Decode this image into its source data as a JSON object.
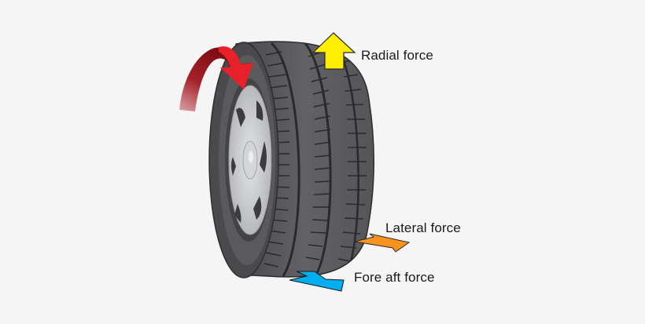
{
  "diagram": {
    "subject": "Car tire with force directions",
    "background_color": "#f5f5f5",
    "labels": {
      "radial": "Radial force",
      "lateral": "Lateral force",
      "fore_aft": "Fore aft force"
    },
    "arrows": [
      {
        "name": "rotation-arrow",
        "color": "#e8202a",
        "direction": "curved-clockwise"
      },
      {
        "name": "radial-force-arrow",
        "color": "#ffee00",
        "direction": "up",
        "label": "Radial force"
      },
      {
        "name": "lateral-force-arrow",
        "color": "#f7931e",
        "direction": "right-down",
        "label": "Lateral force"
      },
      {
        "name": "fore-aft-force-arrow",
        "color": "#00aeef",
        "direction": "right-down",
        "label": "Fore aft force"
      }
    ],
    "colors": {
      "tire_tread": "#5a5a5c",
      "tire_dark": "#3a3a3c",
      "rim": "#c8c9cb",
      "text": "#1a1a1a"
    }
  }
}
